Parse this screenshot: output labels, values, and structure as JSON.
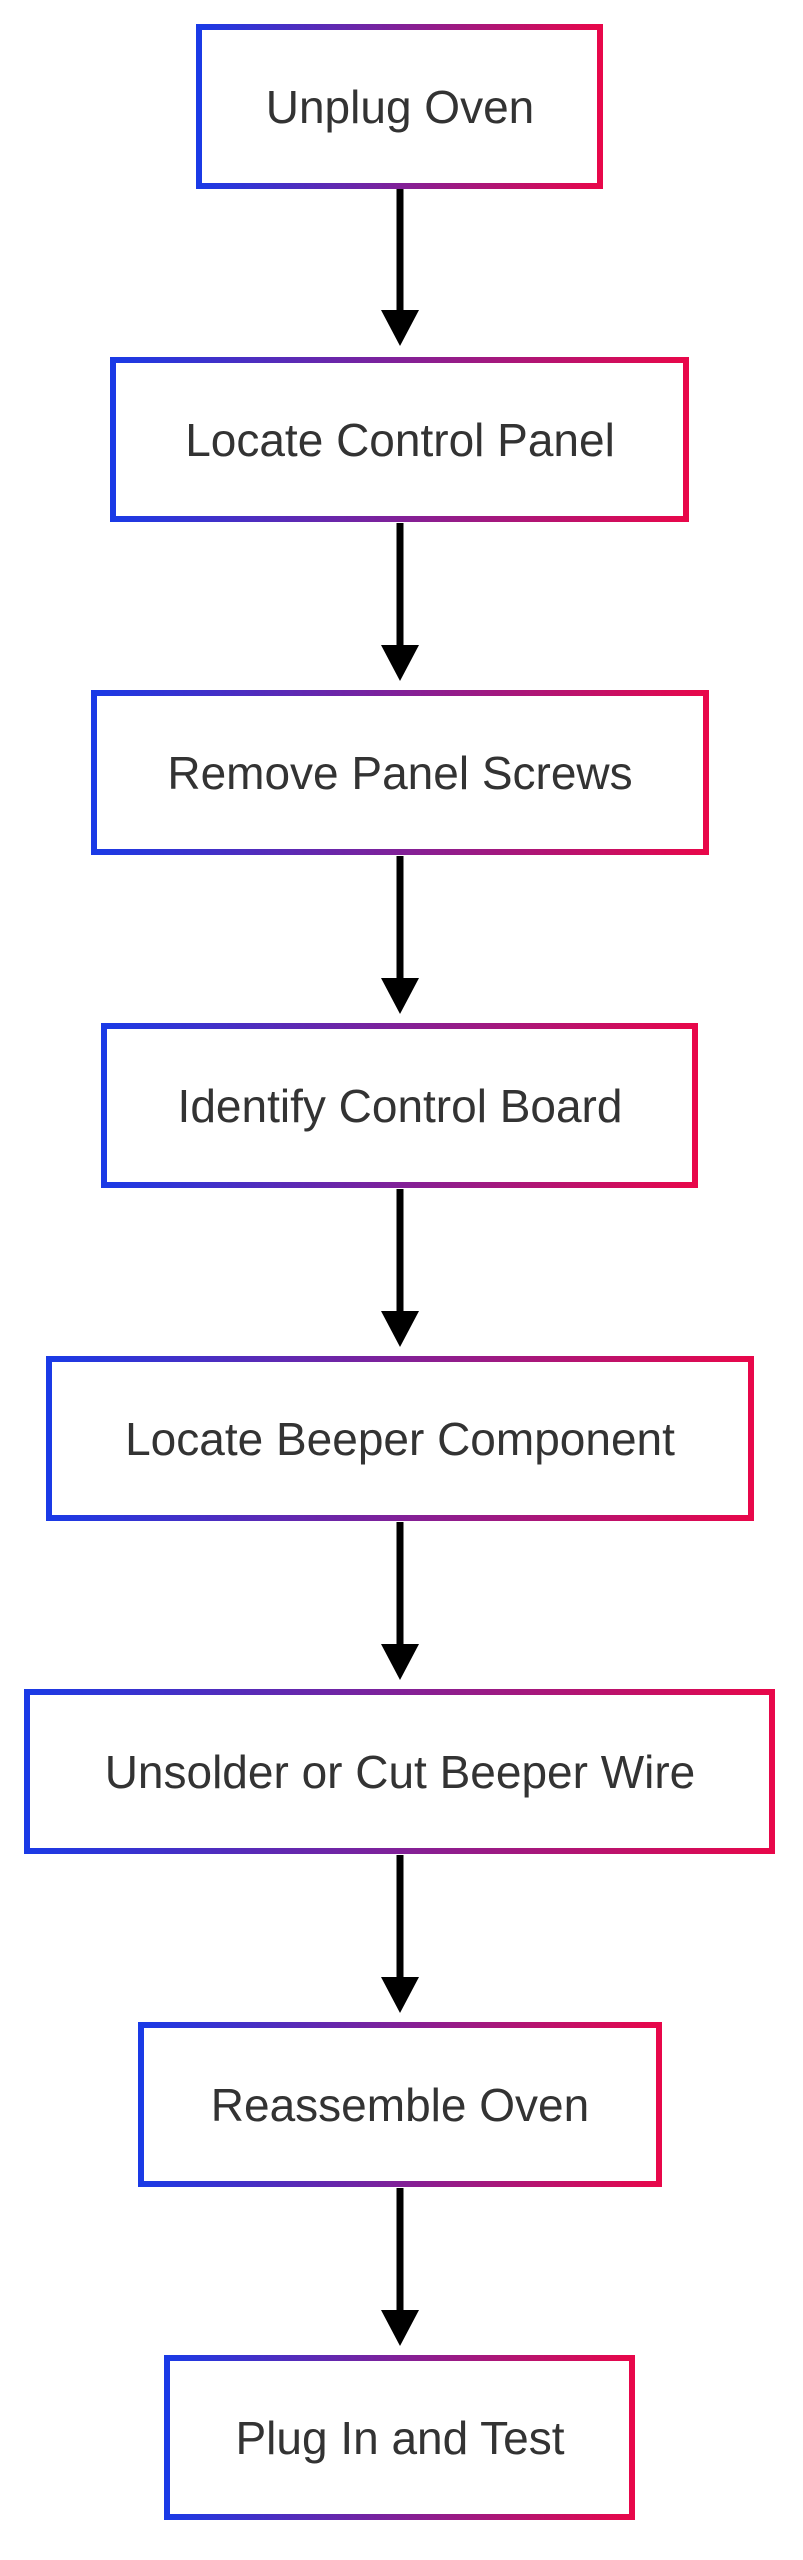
{
  "flowchart": {
    "steps": [
      "Unplug Oven",
      "Locate Control Panel",
      "Remove Panel Screws",
      "Identify Control Board",
      "Locate Beeper Component",
      "Unsolder or Cut Beeper Wire",
      "Reassemble Oven",
      "Plug In and Test"
    ],
    "border_gradient": [
      "#1a3ae6",
      "#e8074a"
    ],
    "text_color": "#333333",
    "arrow_color": "#000000"
  }
}
